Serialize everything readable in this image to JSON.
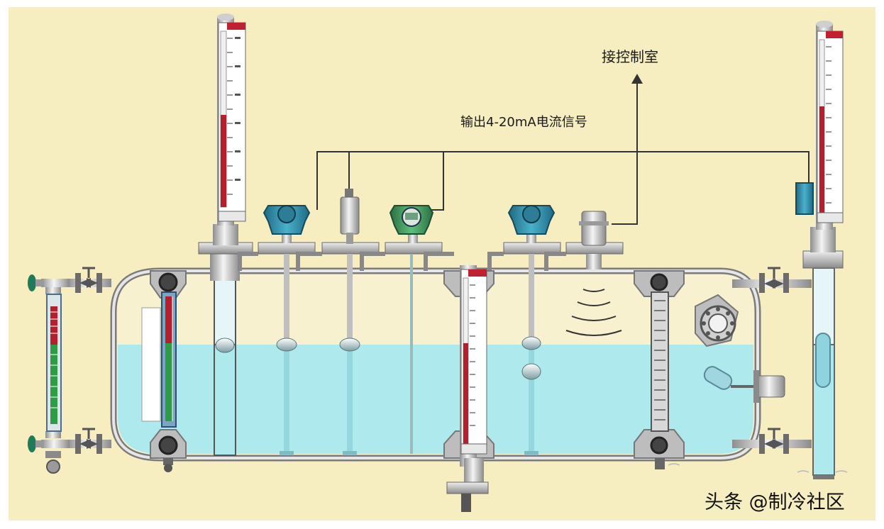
{
  "labels": {
    "control_room": "接控制室",
    "output_signal": "输出4-20mA电流信号",
    "watermark": "头条 @制冷社区"
  },
  "colors": {
    "background": "#f6eec0",
    "vessel_wall": "#e4e4e4",
    "liquid": "#aee9ee",
    "transmitter_housing": "#3c93ad",
    "float_gauge_red": "#b41e2d",
    "float_gauge_green": "#2f9b45",
    "valve_handle": "#1f7a5a"
  },
  "icons": {
    "signal_arrow": "arrow-up-icon",
    "radar_waves": "radar-wave-icon"
  }
}
